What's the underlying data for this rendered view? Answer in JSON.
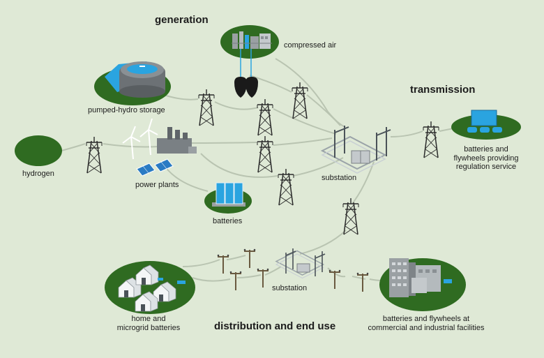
{
  "colors": {
    "background": "#dfe9d6",
    "island": "#2f6b21",
    "line": "#b9c4b1",
    "tower": "#2a2a2a",
    "accent_blue": "#2aa4e0",
    "building_gray": "#9aa0a3"
  },
  "headings": {
    "generation": "generation",
    "transmission": "transmission",
    "distribution": "distribution and end use"
  },
  "labels": {
    "compressed_air": "compressed air",
    "pumped_hydro": "pumped-hydro storage",
    "hydrogen": "hydrogen",
    "power_plants": "power plants",
    "batteries": "batteries",
    "substation_transmission": "substation",
    "batteries_flywheels_regulation": [
      "batteries and",
      "flywheels providing",
      "regulation service"
    ],
    "substation_distribution": "substation",
    "home_microgrid": [
      "home and",
      "microgrid batteries"
    ],
    "commercial_industrial": [
      "batteries and flywheels at",
      "commercial and industrial facilities"
    ]
  },
  "icons": [
    "pumped-hydro-reservoir-icon",
    "compressed-air-tanks-icon",
    "wind-turbine-icon",
    "factory-icon",
    "solar-panel-icon",
    "battery-rack-icon",
    "transmission-tower-icon",
    "utility-pole-icon",
    "substation-icon",
    "house-icon",
    "office-building-icon"
  ]
}
